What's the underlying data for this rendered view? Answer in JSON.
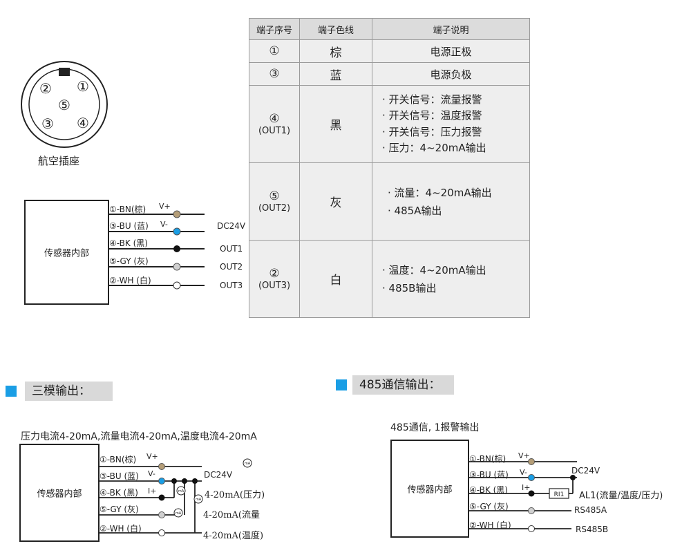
{
  "connector": {
    "caption": "航空插座",
    "pins": [
      "①",
      "②",
      "③",
      "④",
      "⑤"
    ]
  },
  "table": {
    "headers": [
      "端子序号",
      "端子色线",
      "端子说明"
    ],
    "rows": [
      {
        "pin": "①",
        "pin_sub": "",
        "color": "棕",
        "desc": [
          "电源正极"
        ]
      },
      {
        "pin": "③",
        "pin_sub": "",
        "color": "蓝",
        "desc": [
          "电源负极"
        ]
      },
      {
        "pin": "④",
        "pin_sub": "(OUT1)",
        "color": "黑",
        "desc": [
          "· 开关信号：流量报警",
          "· 开关信号：温度报警",
          "· 开关信号：压力报警",
          "· 压力：4~20mA输出"
        ]
      },
      {
        "pin": "⑤",
        "pin_sub": "(OUT2)",
        "color": "灰",
        "desc": [
          "· 流量：4~20mA输出",
          "· 485A输出"
        ]
      },
      {
        "pin": "②",
        "pin_sub": "(OUT3)",
        "color": "白",
        "desc": [
          "· 温度：4~20mA输出",
          "· 485B输出"
        ]
      }
    ]
  },
  "top_diagram": {
    "box_label": "传感器内部",
    "wires": [
      "①-BN(棕)",
      "③-BU (蓝)",
      "④-BK (黑)",
      "⑤-GY (灰)",
      "②-WH (白)"
    ],
    "v_plus": "V+",
    "v_minus": "V-",
    "supply": "DC24V",
    "outputs": [
      "OUT1",
      "OUT2",
      "OUT3"
    ]
  },
  "section_left": {
    "title": "三模输出：",
    "subtitle": "压力电流4-20mA,流量电流4-20mA,温度电流4-20mA",
    "box_label": "传感器内部",
    "wires": [
      "①-BN(棕)",
      "③-BU (蓝)",
      "④-BK (黑)",
      "⑤-GY (灰)",
      "②-WH (白)"
    ],
    "v_plus": "V+",
    "v_minus": "V-",
    "i_plus": "I+",
    "supply": "DC24V",
    "meter": "mA",
    "outputs": [
      "4-20mA(压力)",
      "4-20mA(流量",
      "4-20mA(温度)"
    ]
  },
  "section_right": {
    "title": "485通信输出：",
    "subtitle": "485通信, 1报警输出",
    "box_label": "传感器内部",
    "wires": [
      "①-BN(棕)",
      "③-BU (蓝)",
      "④-BK (黑)",
      "⑤-GY (灰)",
      "②-WH (白)"
    ],
    "v_plus": "V+",
    "v_minus": "V-",
    "i_plus": "I+",
    "supply": "DC24V",
    "relay": "RI1",
    "outputs": [
      "AL1(流量/温度/压力)",
      "RS485A",
      "RS485B"
    ]
  },
  "colors": {
    "accent": "#1a9ee5",
    "brown_dot": "#b59e78",
    "blue_dot": "#1a9ee5",
    "black_dot": "#111111",
    "gray_dot": "#d0d0d0",
    "white_dot": "#ffffff"
  }
}
